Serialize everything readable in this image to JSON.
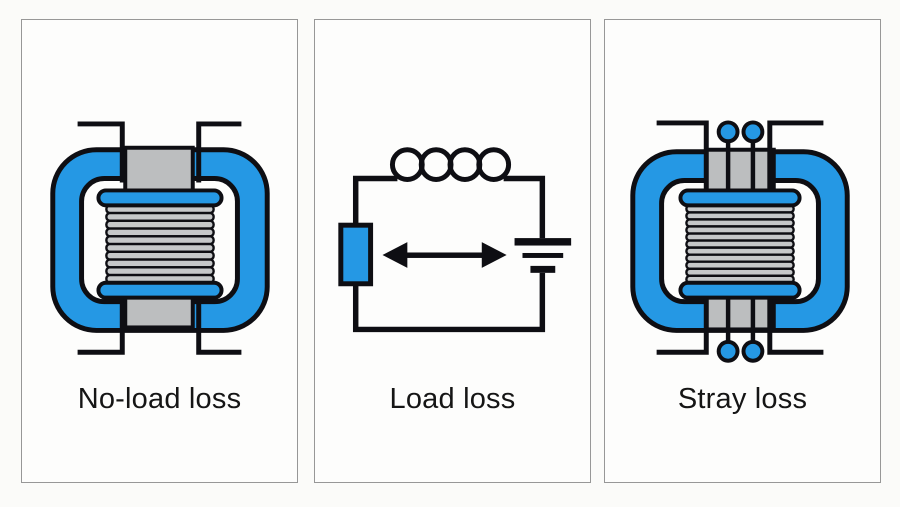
{
  "title": "Transformer losses infographic",
  "colors": {
    "page_bg": "#fbfbf9",
    "panel_bg": "#fdfdfc",
    "panel_border": "#979797",
    "outline_black": "#0e0e13",
    "core_blue": "#2598e4",
    "limb_gray": "#bcbebf",
    "winding_gray": "#c6c8c9",
    "text_color": "#151515"
  },
  "panels": [
    {
      "id": "no-load-loss",
      "label": "No-load loss",
      "illustration": "Transformer core ring with center limb and wound coil (iron / core loss)"
    },
    {
      "id": "load-loss",
      "label": "Load loss",
      "illustration": "Circuit loop with resistor, inductor coil, battery source and double-headed arrow (copper loss)"
    },
    {
      "id": "stray-loss",
      "label": "Stray loss",
      "illustration": "Transformer core with winding and four lead wires ending in terminal dots (leakage flux loss)"
    }
  ]
}
